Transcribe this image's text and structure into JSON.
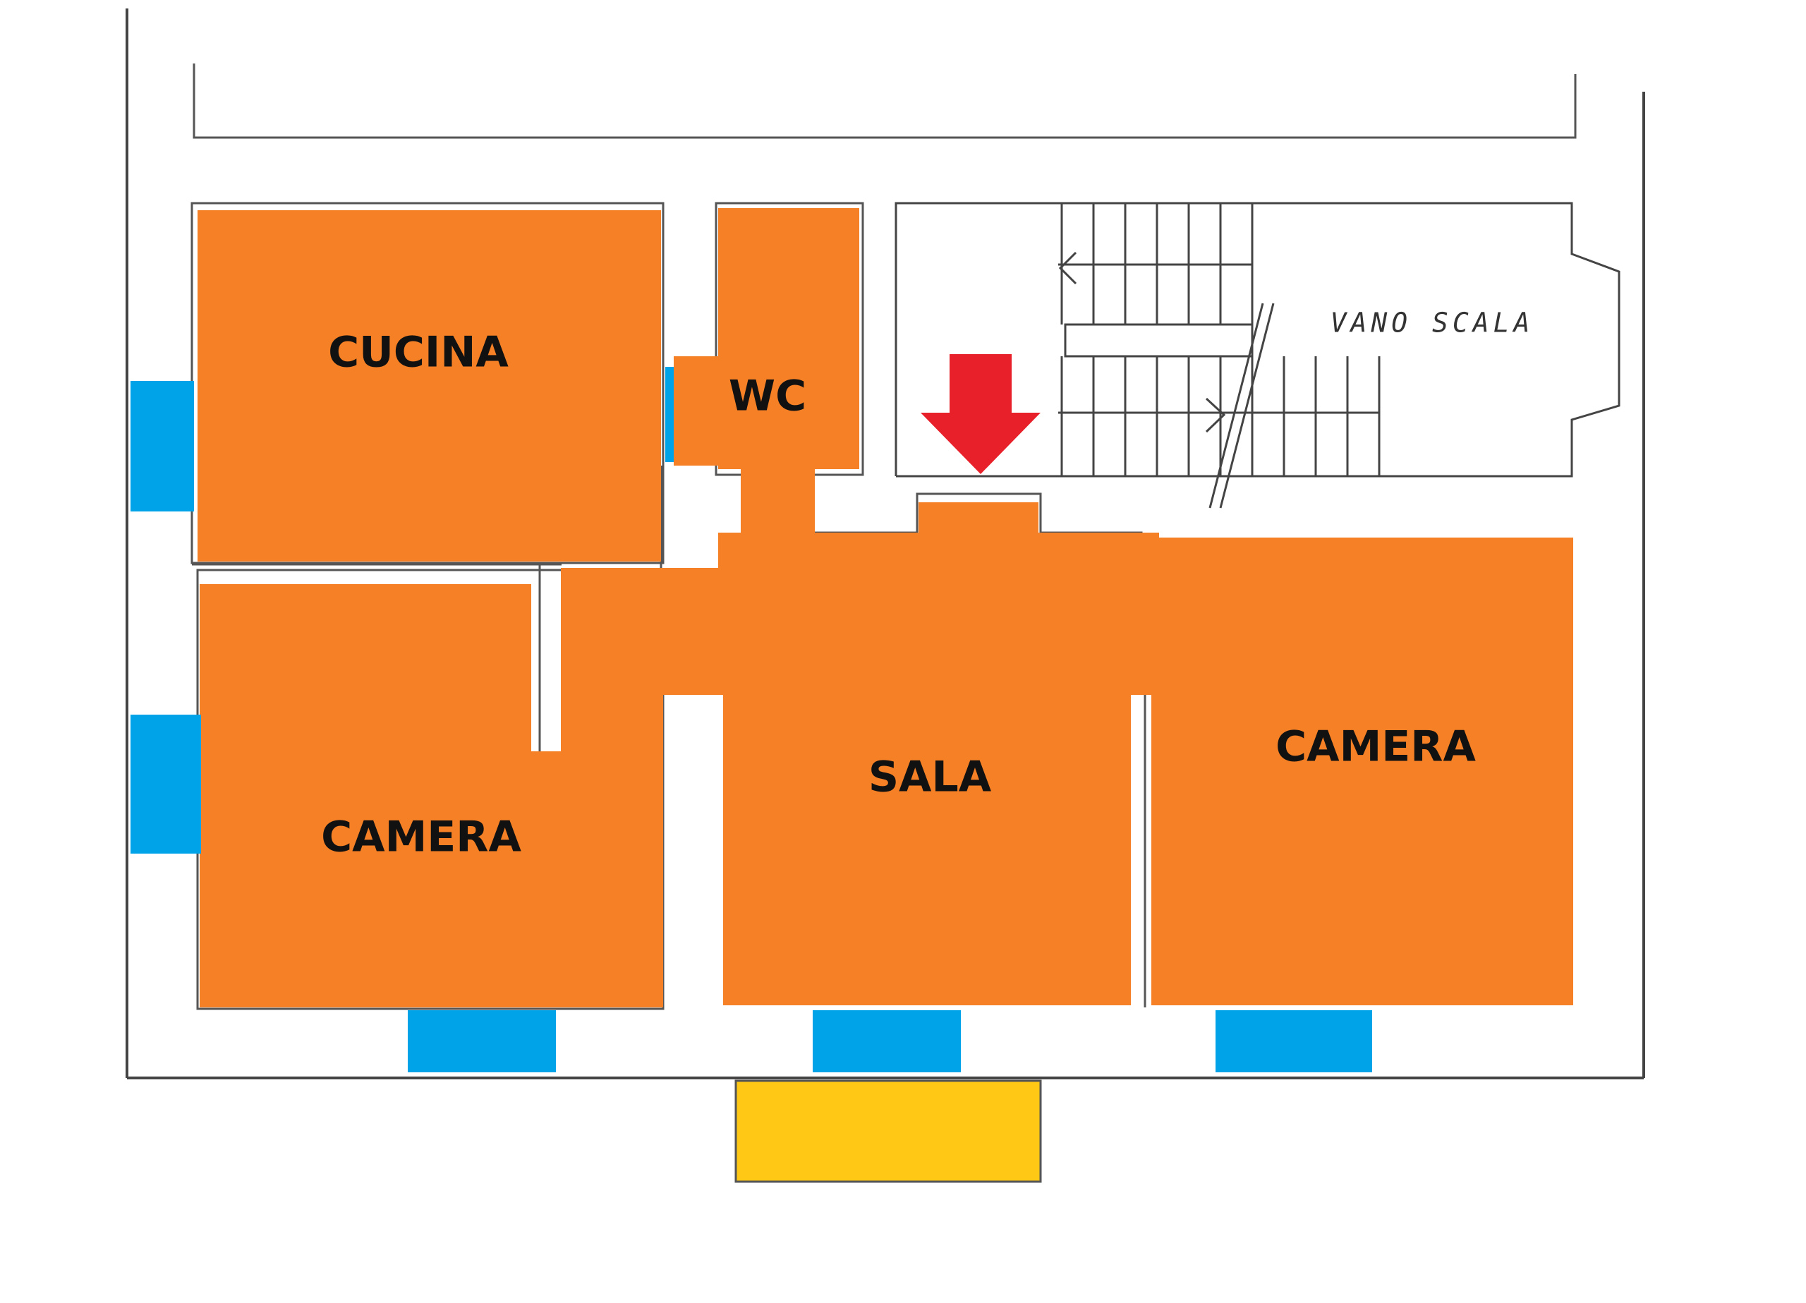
{
  "plan": {
    "rooms": [
      {
        "id": "cucina",
        "label": "CUCINA"
      },
      {
        "id": "wc",
        "label": "WC"
      },
      {
        "id": "camera_left",
        "label": "CAMERA"
      },
      {
        "id": "sala",
        "label": "SALA"
      },
      {
        "id": "camera_right",
        "label": "CAMERA"
      }
    ],
    "stairwell": {
      "label": "VANO SCALA"
    },
    "colors": {
      "room": "#F58025",
      "window": "#00A2E8",
      "balcony": "#FFC814",
      "entrance_arrow": "#E8202A",
      "wall": "#444444"
    }
  }
}
